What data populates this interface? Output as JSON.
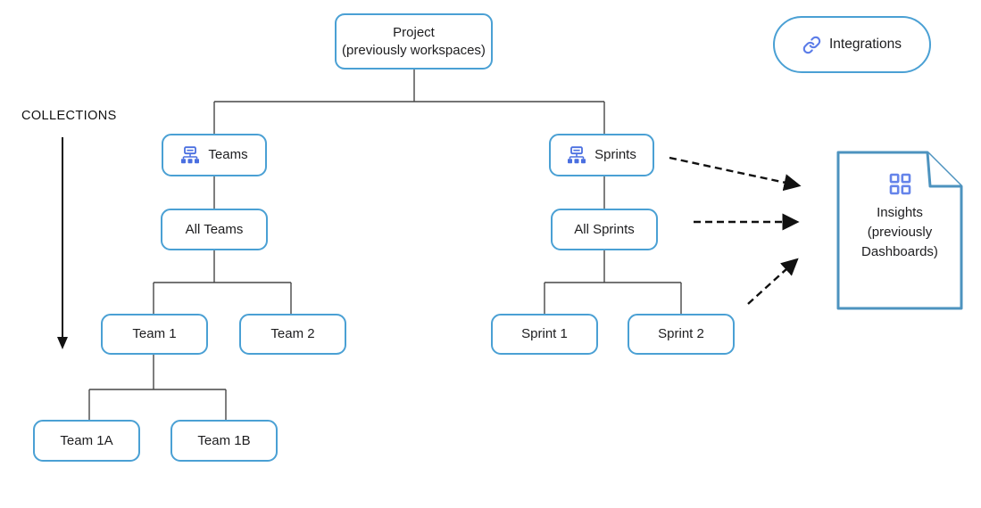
{
  "diagram": {
    "collections_label": "COLLECTIONS",
    "nodes": {
      "project": {
        "line1": "Project",
        "line2": "(previously workspaces)"
      },
      "integrations": {
        "label": "Integrations",
        "icon": "link-icon"
      },
      "teams": {
        "label": "Teams",
        "icon": "org-chart-icon"
      },
      "sprints": {
        "label": "Sprints",
        "icon": "org-chart-icon"
      },
      "all_teams": {
        "label": "All Teams"
      },
      "all_sprints": {
        "label": "All Sprints"
      },
      "team1": {
        "label": "Team 1"
      },
      "team2": {
        "label": "Team 2"
      },
      "team1a": {
        "label": "Team 1A"
      },
      "team1b": {
        "label": "Team 1B"
      },
      "sprint1": {
        "label": "Sprint 1"
      },
      "sprint2": {
        "label": "Sprint 2"
      },
      "insights": {
        "line1": "Insights",
        "line2": "(previously",
        "line3": "Dashboards)",
        "icon": "dashboard-grid-icon"
      }
    },
    "colors": {
      "box_border": "#4AA0D4",
      "document_border": "#4D93BF",
      "icon_blue": "#5B7CE8",
      "connector_line": "#474747",
      "arrow_black": "#111111",
      "text": "#1d1d1f"
    }
  }
}
